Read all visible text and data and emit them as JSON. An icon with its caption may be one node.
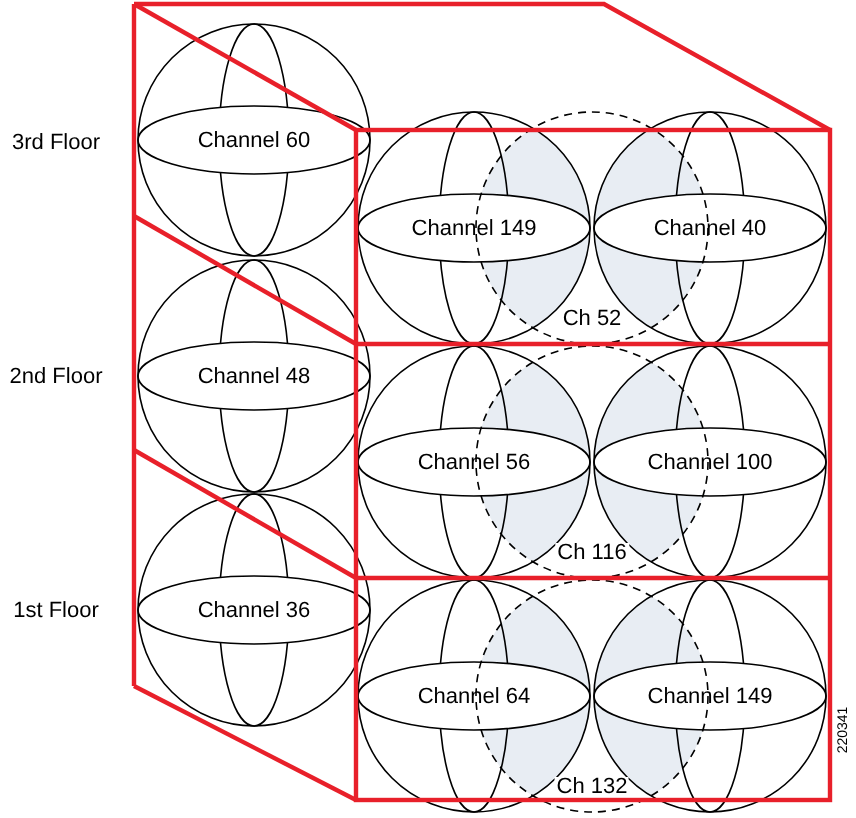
{
  "diagram": {
    "nodes": [
      {
        "text": [
          "Channel 60"
        ]
      },
      {
        "text": [
          "Channel 149"
        ]
      },
      {
        "text": [
          "Channel 40"
        ]
      },
      {
        "text": [
          "Ch 52"
        ]
      },
      {
        "text": [
          "Channel 48"
        ]
      },
      {
        "text": [
          "Channel 56"
        ]
      },
      {
        "text": [
          "Channel 100"
        ]
      },
      {
        "text": [
          "Ch 116"
        ]
      },
      {
        "text": [
          "Channel 36"
        ]
      },
      {
        "text": [
          "Channel 64"
        ]
      },
      {
        "text": [
          "Channel 149"
        ]
      },
      {
        "text": [
          "Ch 132"
        ]
      }
    ],
    "labels": [
      "3rd Floor",
      "2nd Floor",
      "1st Floor",
      "220341"
    ]
  }
}
